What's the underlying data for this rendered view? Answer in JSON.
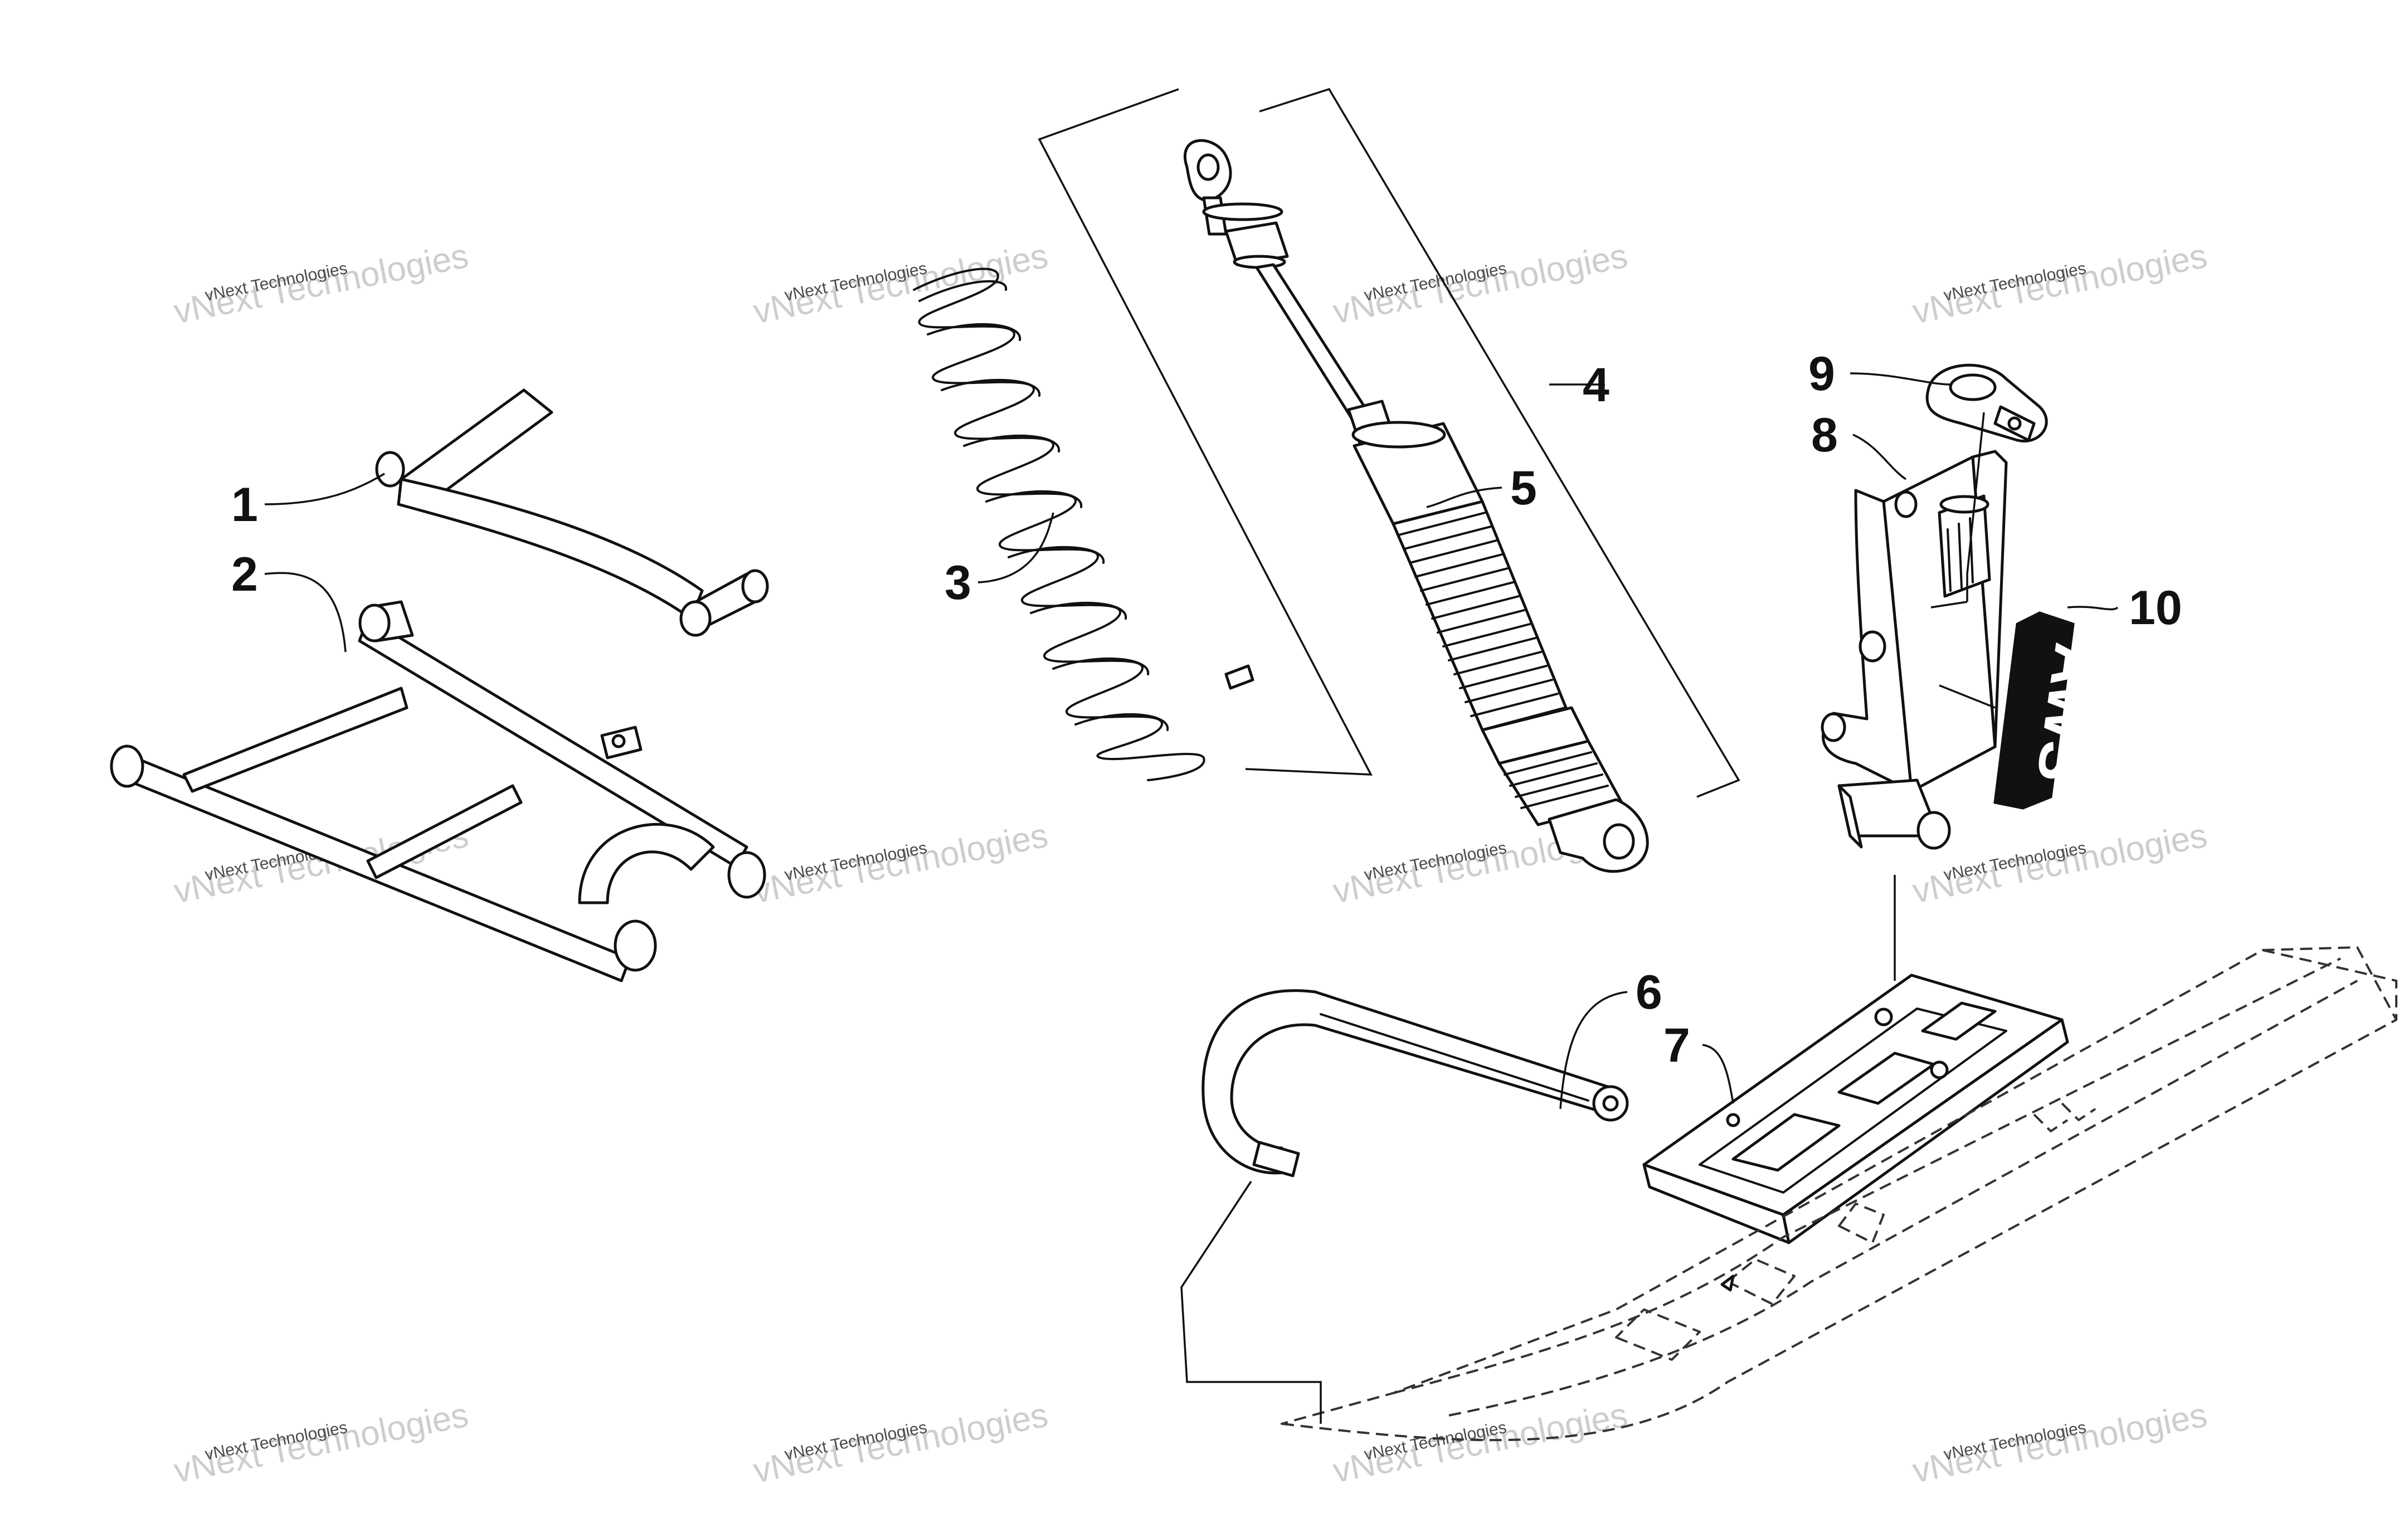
{
  "callouts": {
    "c1": "1",
    "c2": "2",
    "c3": "3",
    "c4": "4",
    "c5": "5",
    "c6": "6",
    "c7": "7",
    "c8": "8",
    "c9": "9",
    "c10": "10"
  },
  "watermark": {
    "small": "vNext Technologies",
    "big": "vNext Technologies"
  },
  "decal": {
    "text": "AWS"
  },
  "colors": {
    "ink": "#111111",
    "watermark": "#c8c8c8"
  }
}
